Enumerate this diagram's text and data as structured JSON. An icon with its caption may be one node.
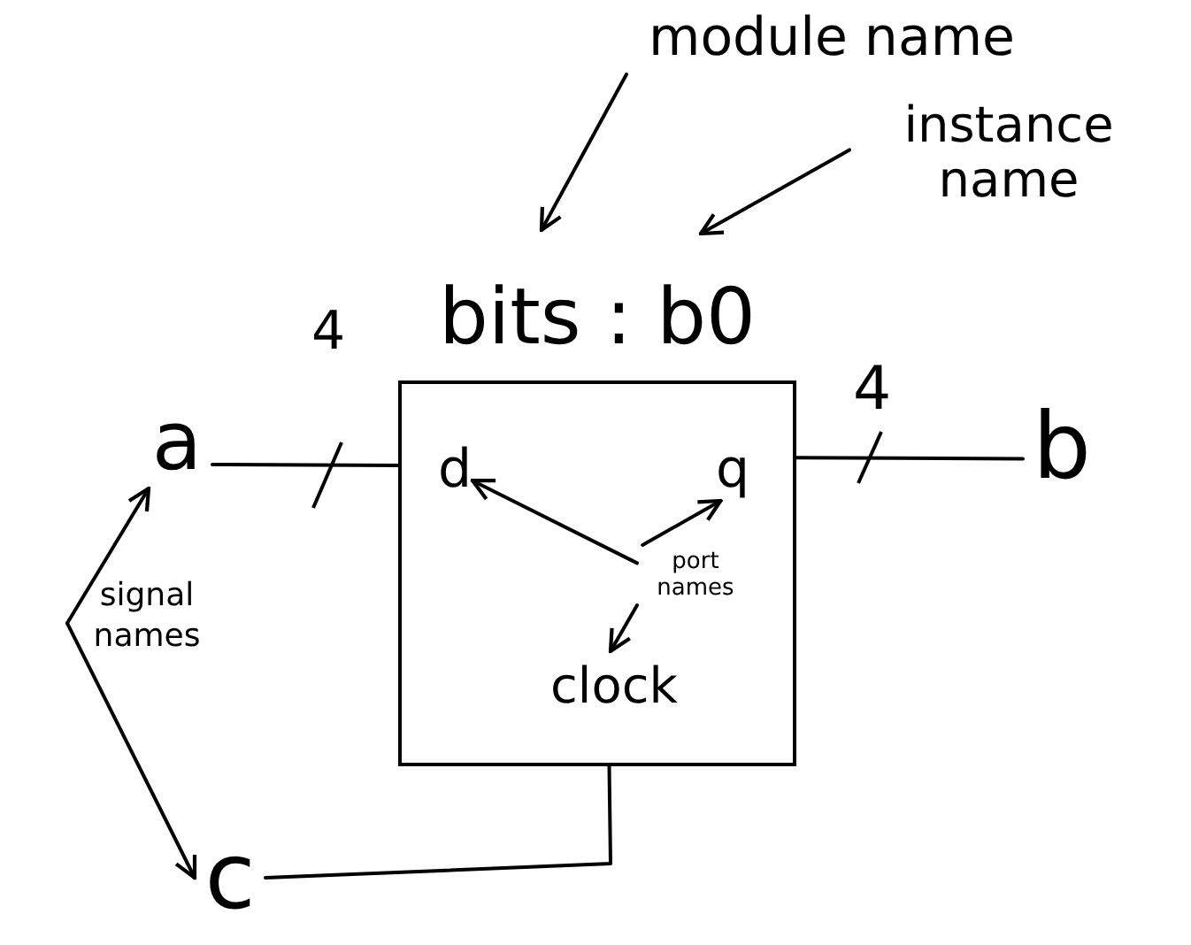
{
  "diagram": {
    "nodes": [
      {
        "text": [
          "bits : b0"
        ]
      },
      {
        "text": [
          "d"
        ],
        "in": 0
      },
      {
        "text": [
          "q"
        ],
        "in": 0
      },
      {
        "text": [
          "port names"
        ],
        "in": 0
      },
      {
        "text": [
          "clock"
        ],
        "in": 0
      },
      {
        "text": [
          "module name"
        ]
      },
      {
        "text": [
          "instance name"
        ]
      },
      {
        "text": [
          "a"
        ]
      },
      {
        "text": [
          "b"
        ]
      },
      {
        "text": [
          "signal names"
        ]
      },
      {
        "text": [
          "c"
        ]
      }
    ],
    "edges": [
      {
        "from": 5,
        "to": 0,
        "arrow": "to"
      },
      {
        "from": 6,
        "to": 0,
        "arrow": "to"
      },
      {
        "from": 7,
        "to": 0,
        "arrow": "none"
      },
      {
        "from": 0,
        "to": 8,
        "arrow": "none"
      },
      {
        "from": 10,
        "to": 0,
        "arrow": "none"
      },
      {
        "from": 3,
        "to": 1,
        "arrow": "to"
      },
      {
        "from": 3,
        "to": 2,
        "arrow": "to"
      },
      {
        "from": 3,
        "to": 4,
        "arrow": "to"
      },
      {
        "from": 9,
        "to": 7,
        "arrow": "to"
      },
      {
        "from": 9,
        "to": 10,
        "arrow": "to"
      }
    ],
    "labels": [
      "4",
      "4"
    ]
  }
}
